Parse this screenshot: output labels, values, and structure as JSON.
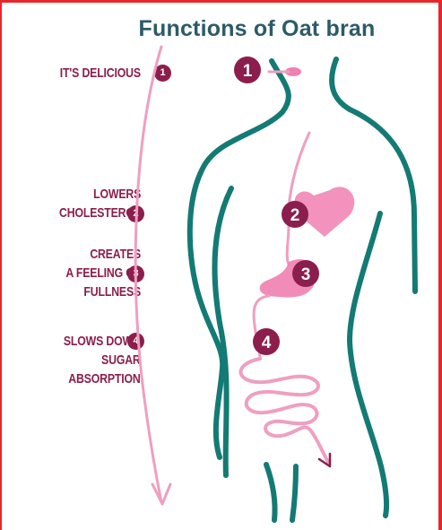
{
  "title": "Functions of Oat bran",
  "steps": [
    {
      "number": "1",
      "lines": [
        "IT'S DELICIOUS"
      ]
    },
    {
      "number": "2",
      "lines": [
        "LOWERS",
        "CHOLESTEROL"
      ]
    },
    {
      "number": "3",
      "lines": [
        "CREATES",
        "A FEELING OF",
        "FULLNESS"
      ]
    },
    {
      "number": "4",
      "lines": [
        "SLOWS DOWN",
        "SUGAR",
        "ABSORPTION"
      ]
    }
  ],
  "colors": {
    "title": "#2c5b67",
    "label": "#8b1e4c",
    "badge": "#8b1e4c",
    "body_outline": "#137a74",
    "digestive_tract": "#ef9fc0",
    "organ_fill": "#f07fb1",
    "frame": "#e8262a"
  }
}
